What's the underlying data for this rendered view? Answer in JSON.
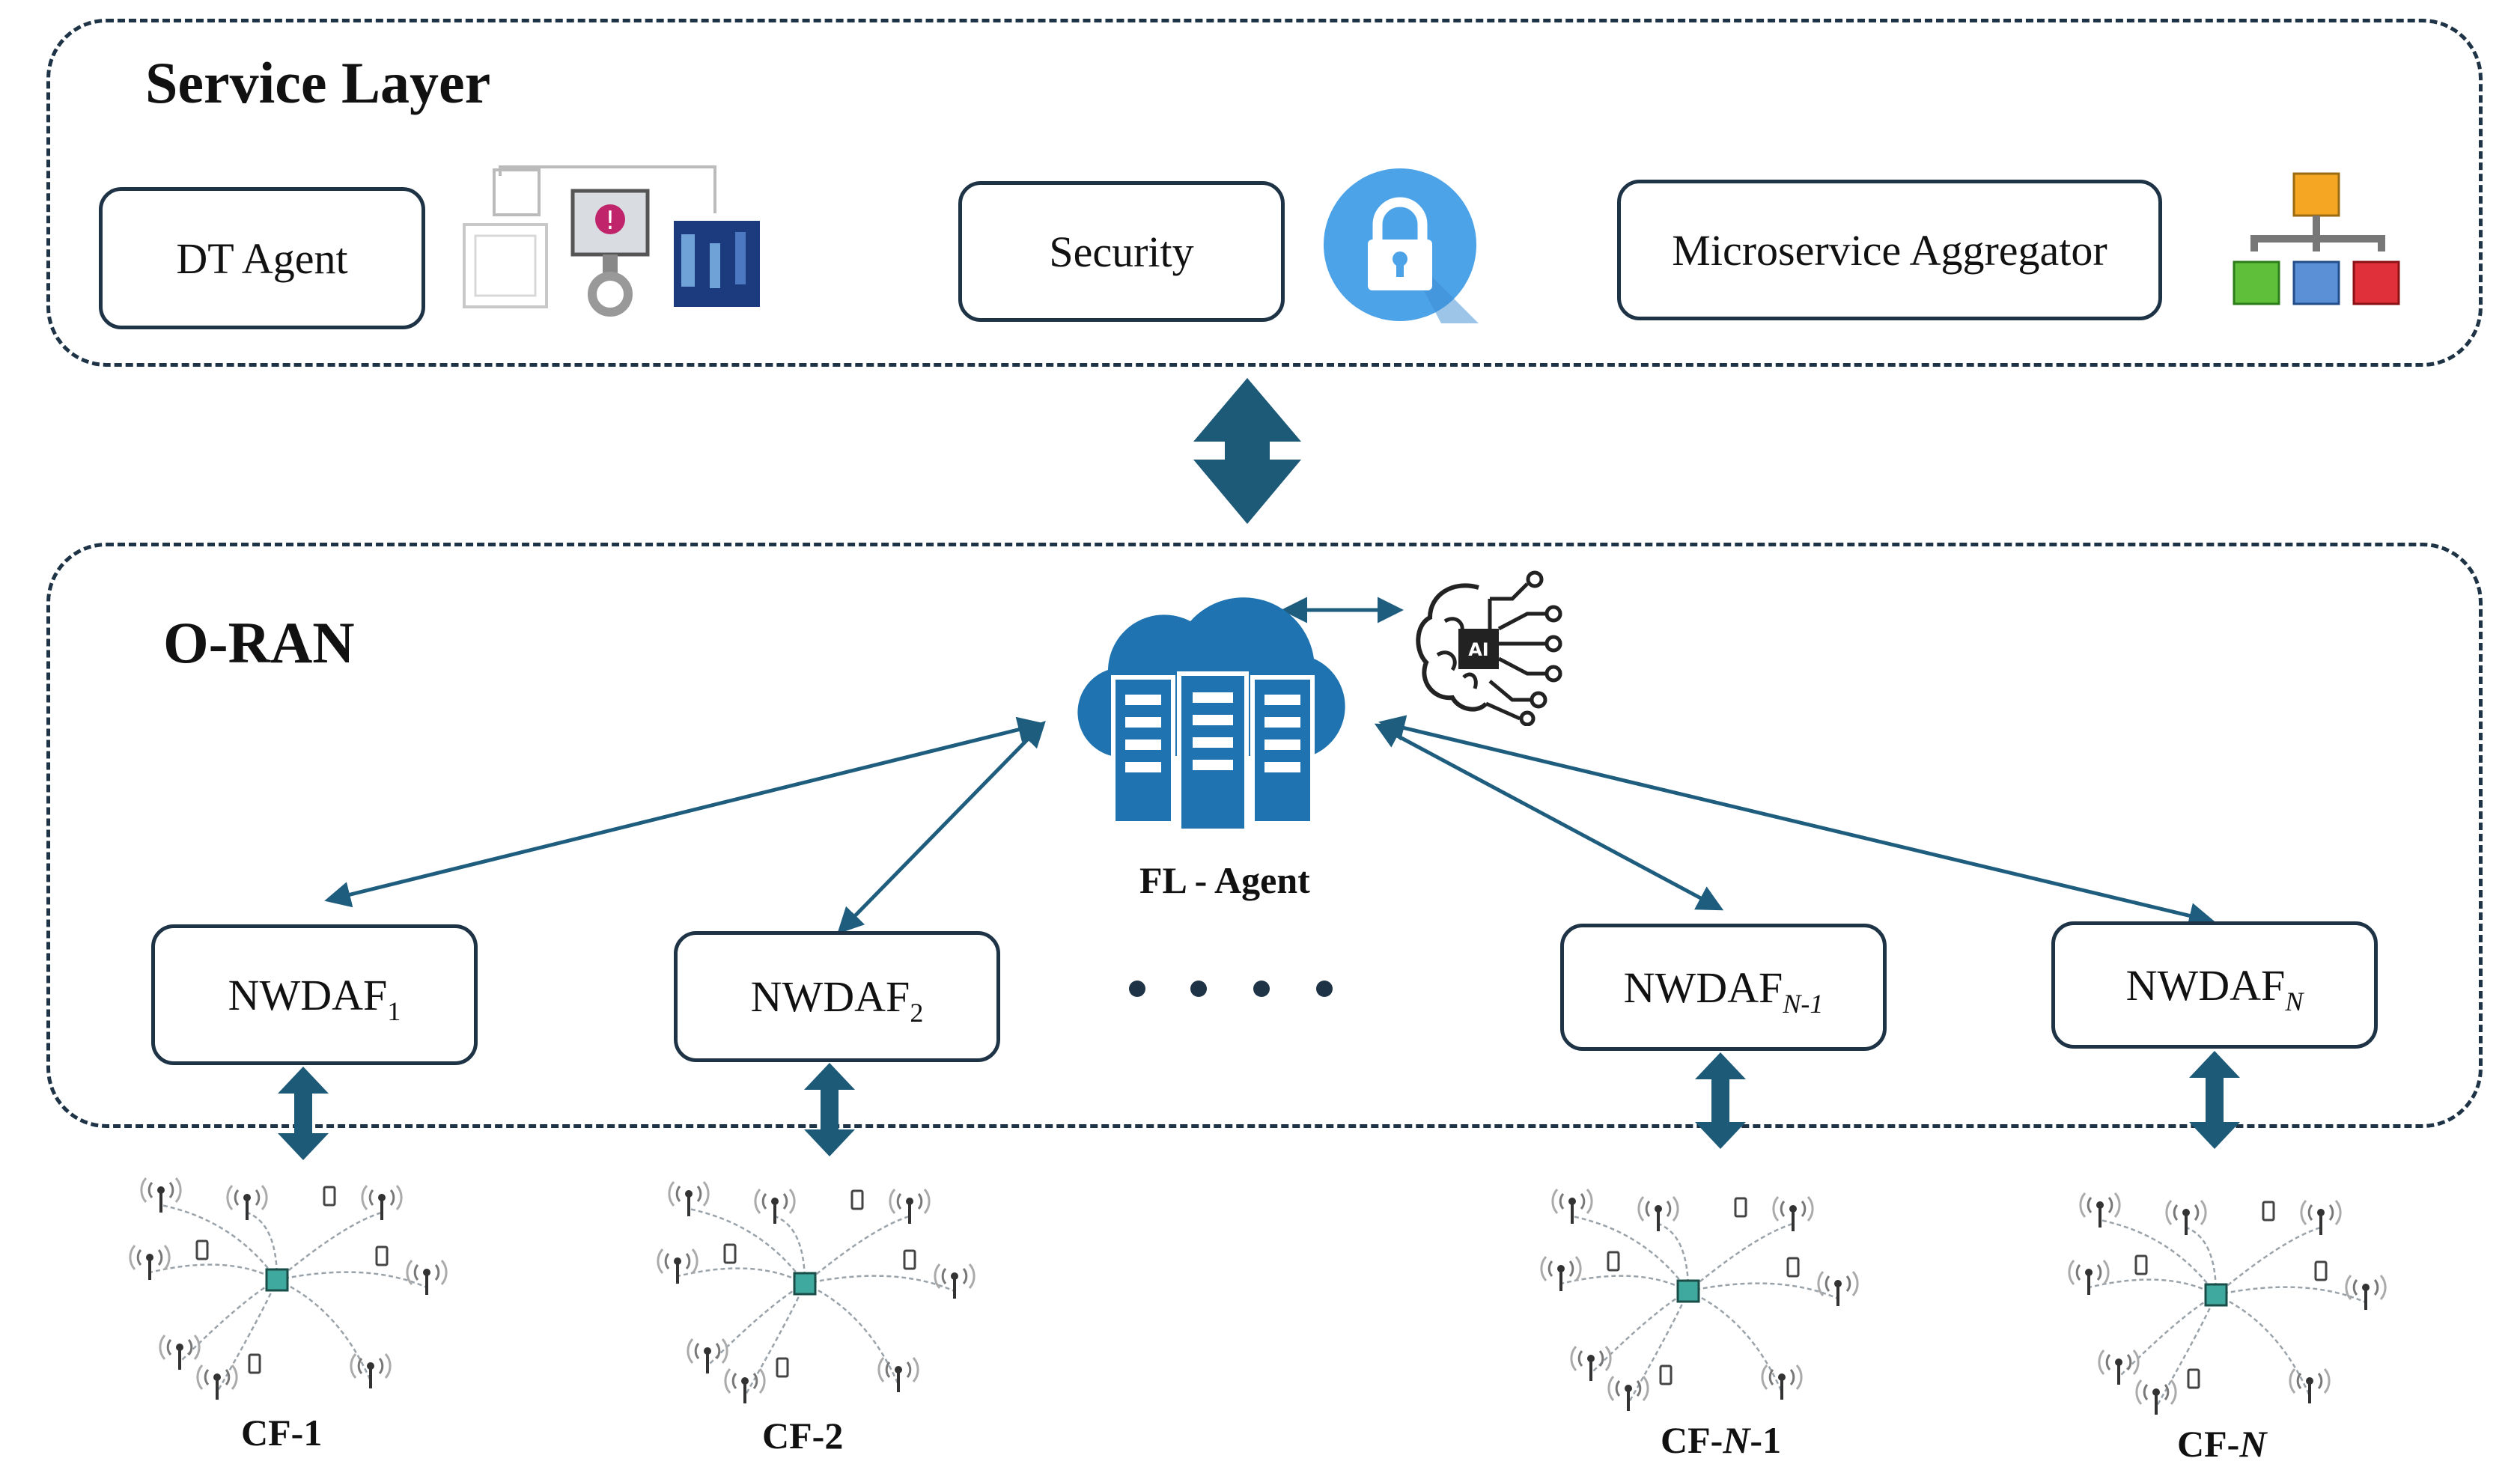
{
  "service_layer": {
    "title": "Service Layer",
    "nodes": {
      "dt_agent": "DT Agent",
      "security": "Security",
      "aggregator": "Microservice Aggregator"
    },
    "icons": [
      "digital-twin-icon",
      "lock-icon",
      "hierarchy-icon"
    ]
  },
  "oran": {
    "title": "O-RAN",
    "fl_agent": "FL - Agent",
    "icons": [
      "cloud-server-icon",
      "ai-brain-icon"
    ],
    "nwdaf": [
      {
        "base": "NWDAF",
        "sub": "1"
      },
      {
        "base": "NWDAF",
        "sub": "2"
      },
      {
        "base": "NWDAF",
        "sub": "N-1"
      },
      {
        "base": "NWDAF",
        "sub": "N"
      }
    ]
  },
  "clusters": [
    {
      "prefix": "CF-",
      "italic": "",
      "suffix": "1"
    },
    {
      "prefix": "CF-",
      "italic": "",
      "suffix": "2"
    },
    {
      "prefix": "CF-",
      "italic": "N",
      "suffix": "-1"
    },
    {
      "prefix": "CF-",
      "italic": "N",
      "suffix": ""
    }
  ],
  "colors": {
    "dashed_border": "#1e3446",
    "arrow": "#1f5d7e",
    "cloud": "#1e73b0",
    "lock_bg": "#4da3e8"
  }
}
